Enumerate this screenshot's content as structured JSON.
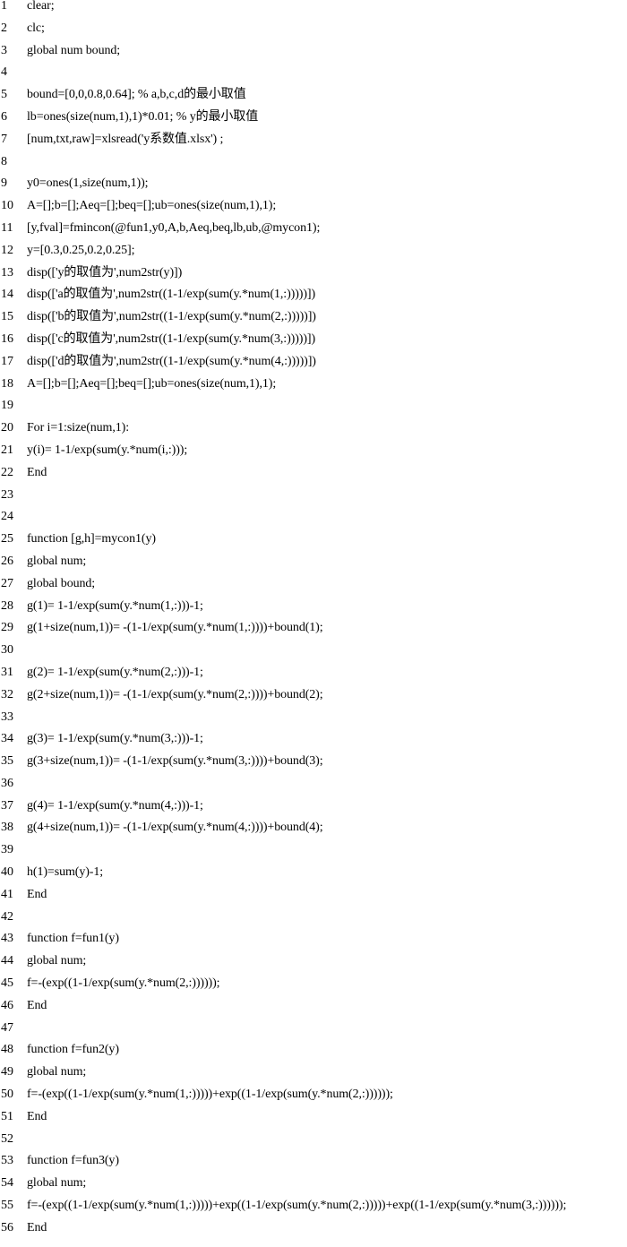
{
  "code_lines": [
    {
      "n": "1",
      "text": "clear;"
    },
    {
      "n": "2",
      "text": "clc;"
    },
    {
      "n": "3",
      "text": "global num bound;"
    },
    {
      "n": "4",
      "text": ""
    },
    {
      "n": "5",
      "text": "bound=[0,0,0.8,0.64];  % a,b,c,d的最小取值"
    },
    {
      "n": "6",
      "text": "lb=ones(size(num,1),1)*0.01; % y的最小取值"
    },
    {
      "n": "7",
      "text": "[num,txt,raw]=xlsread('y系数值.xlsx') ;"
    },
    {
      "n": "8",
      "text": ""
    },
    {
      "n": "9",
      "text": "y0=ones(1,size(num,1));"
    },
    {
      "n": "10",
      "text": "A=[];b=[];Aeq=[];beq=[];ub=ones(size(num,1),1);"
    },
    {
      "n": "11",
      "text": "[y,fval]=fmincon(@fun1,y0,A,b,Aeq,beq,lb,ub,@mycon1);"
    },
    {
      "n": "12",
      "text": "y=[0.3,0.25,0.2,0.25];"
    },
    {
      "n": "13",
      "text": "disp(['y的取值为',num2str(y)])"
    },
    {
      "n": "14",
      "text": "disp(['a的取值为',num2str((1-1/exp(sum(y.*num(1,:)))))])"
    },
    {
      "n": "15",
      "text": "disp(['b的取值为',num2str((1-1/exp(sum(y.*num(2,:)))))])"
    },
    {
      "n": "16",
      "text": "disp(['c的取值为',num2str((1-1/exp(sum(y.*num(3,:)))))])"
    },
    {
      "n": "17",
      "text": "disp(['d的取值为',num2str((1-1/exp(sum(y.*num(4,:)))))])"
    },
    {
      "n": "18",
      "text": "A=[];b=[];Aeq=[];beq=[];ub=ones(size(num,1),1);"
    },
    {
      "n": "19",
      "text": ""
    },
    {
      "n": "20",
      "text": "For i=1:size(num,1):"
    },
    {
      "n": "21",
      "text": "y(i)= 1-1/exp(sum(y.*num(i,:)));"
    },
    {
      "n": "22",
      "text": "End"
    },
    {
      "n": "23",
      "text": ""
    },
    {
      "n": "24",
      "text": ""
    },
    {
      "n": "25",
      "text": "function [g,h]=mycon1(y)"
    },
    {
      "n": "26",
      "text": "global num;"
    },
    {
      "n": "27",
      "text": "global bound;"
    },
    {
      "n": "28",
      "text": "g(1)= 1-1/exp(sum(y.*num(1,:)))-1;"
    },
    {
      "n": "29",
      "text": "g(1+size(num,1))= -(1-1/exp(sum(y.*num(1,:))))+bound(1);"
    },
    {
      "n": "30",
      "text": ""
    },
    {
      "n": "31",
      "text": "g(2)= 1-1/exp(sum(y.*num(2,:)))-1;"
    },
    {
      "n": "32",
      "text": "g(2+size(num,1))= -(1-1/exp(sum(y.*num(2,:))))+bound(2);"
    },
    {
      "n": "33",
      "text": ""
    },
    {
      "n": "34",
      "text": "g(3)= 1-1/exp(sum(y.*num(3,:)))-1;"
    },
    {
      "n": "35",
      "text": "g(3+size(num,1))= -(1-1/exp(sum(y.*num(3,:))))+bound(3);"
    },
    {
      "n": "36",
      "text": ""
    },
    {
      "n": "37",
      "text": "g(4)= 1-1/exp(sum(y.*num(4,:)))-1;"
    },
    {
      "n": "38",
      "text": "g(4+size(num,1))= -(1-1/exp(sum(y.*num(4,:))))+bound(4);"
    },
    {
      "n": "39",
      "text": ""
    },
    {
      "n": "40",
      "text": "h(1)=sum(y)-1;"
    },
    {
      "n": "41",
      "text": "End"
    },
    {
      "n": "42",
      "text": ""
    },
    {
      "n": "43",
      "text": "function f=fun1(y)"
    },
    {
      "n": "44",
      "text": "global num;"
    },
    {
      "n": "45",
      "text": "f=-(exp((1-1/exp(sum(y.*num(2,:))))));"
    },
    {
      "n": "46",
      "text": "End"
    },
    {
      "n": "47",
      "text": ""
    },
    {
      "n": "48",
      "text": "function f=fun2(y)"
    },
    {
      "n": "49",
      "text": "global num;"
    },
    {
      "n": "50",
      "text": "f=-(exp((1-1/exp(sum(y.*num(1,:)))))+exp((1-1/exp(sum(y.*num(2,:))))));"
    },
    {
      "n": "51",
      "text": "End"
    },
    {
      "n": "52",
      "text": ""
    },
    {
      "n": "53",
      "text": "function f=fun3(y)"
    },
    {
      "n": "54",
      "text": "global num;"
    },
    {
      "n": "55",
      "text": "f=-(exp((1-1/exp(sum(y.*num(1,:)))))+exp((1-1/exp(sum(y.*num(2,:)))))+exp((1-1/exp(sum(y.*num(3,:))))));"
    },
    {
      "n": "56",
      "text": "End"
    }
  ]
}
